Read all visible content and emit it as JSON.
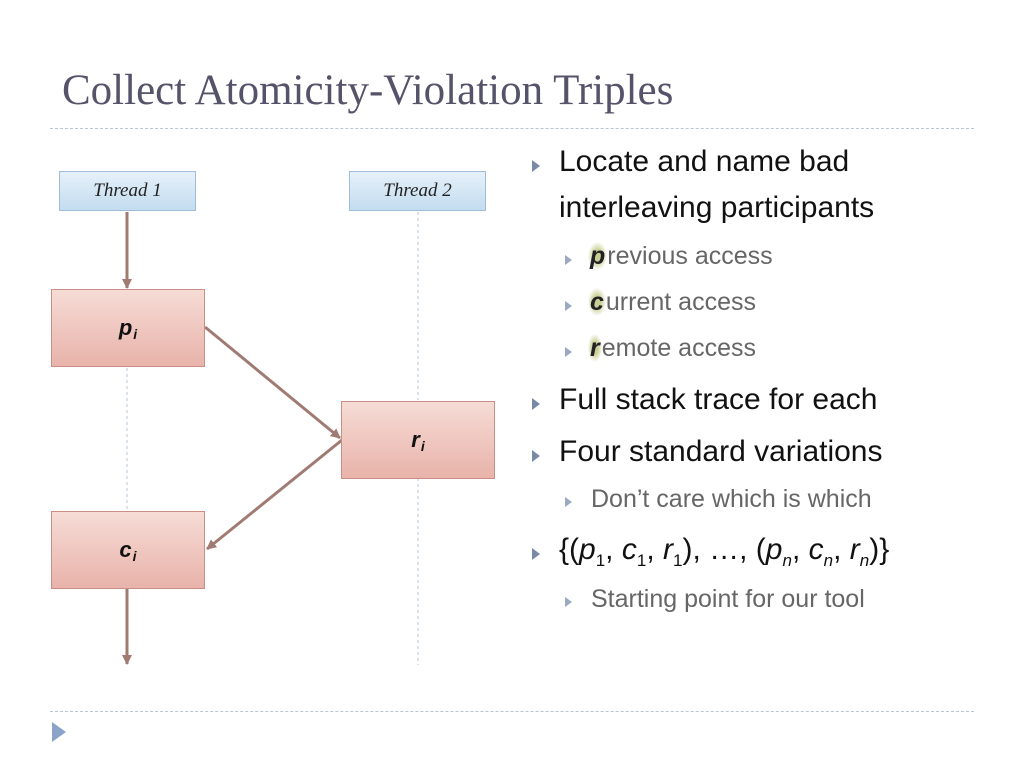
{
  "slide": {
    "title": "Collect Atomicity-Violation Triples"
  },
  "diagram": {
    "thread1_label": "Thread 1",
    "thread2_label": "Thread 2",
    "nodes": {
      "p": {
        "letter": "p",
        "sub": "i"
      },
      "r": {
        "letter": "r",
        "sub": "i"
      },
      "c": {
        "letter": "c",
        "sub": "i"
      }
    }
  },
  "bullets": {
    "b1": "Locate and name bad",
    "b1_cont": "interleaving participants",
    "sub_p_letter": "p",
    "sub_p_rest": "revious access",
    "sub_c_letter": "c",
    "sub_c_rest": "urrent access",
    "sub_r_letter": "r",
    "sub_r_rest": "emote access",
    "b2": "Full stack trace for each",
    "b3": "Four standard variations",
    "b3_sub": "Don’t care which is which",
    "b4": {
      "open": "{(",
      "p": "p",
      "one": "1",
      "c": "c",
      "r": "r",
      "n": "n",
      "sep": ", ",
      "close_paren": ")",
      "ellipsis": ", …, (",
      "close": ")}"
    },
    "b4_sub": "Starting point for our tool"
  },
  "colors": {
    "title": "#55536a",
    "box_fill": "#e8b3aa",
    "thread_fill": "#c3dcef",
    "arrow": "#a07b73"
  },
  "icons": {
    "bullet": "triangle-right-icon",
    "nav": "next-slide-icon"
  }
}
